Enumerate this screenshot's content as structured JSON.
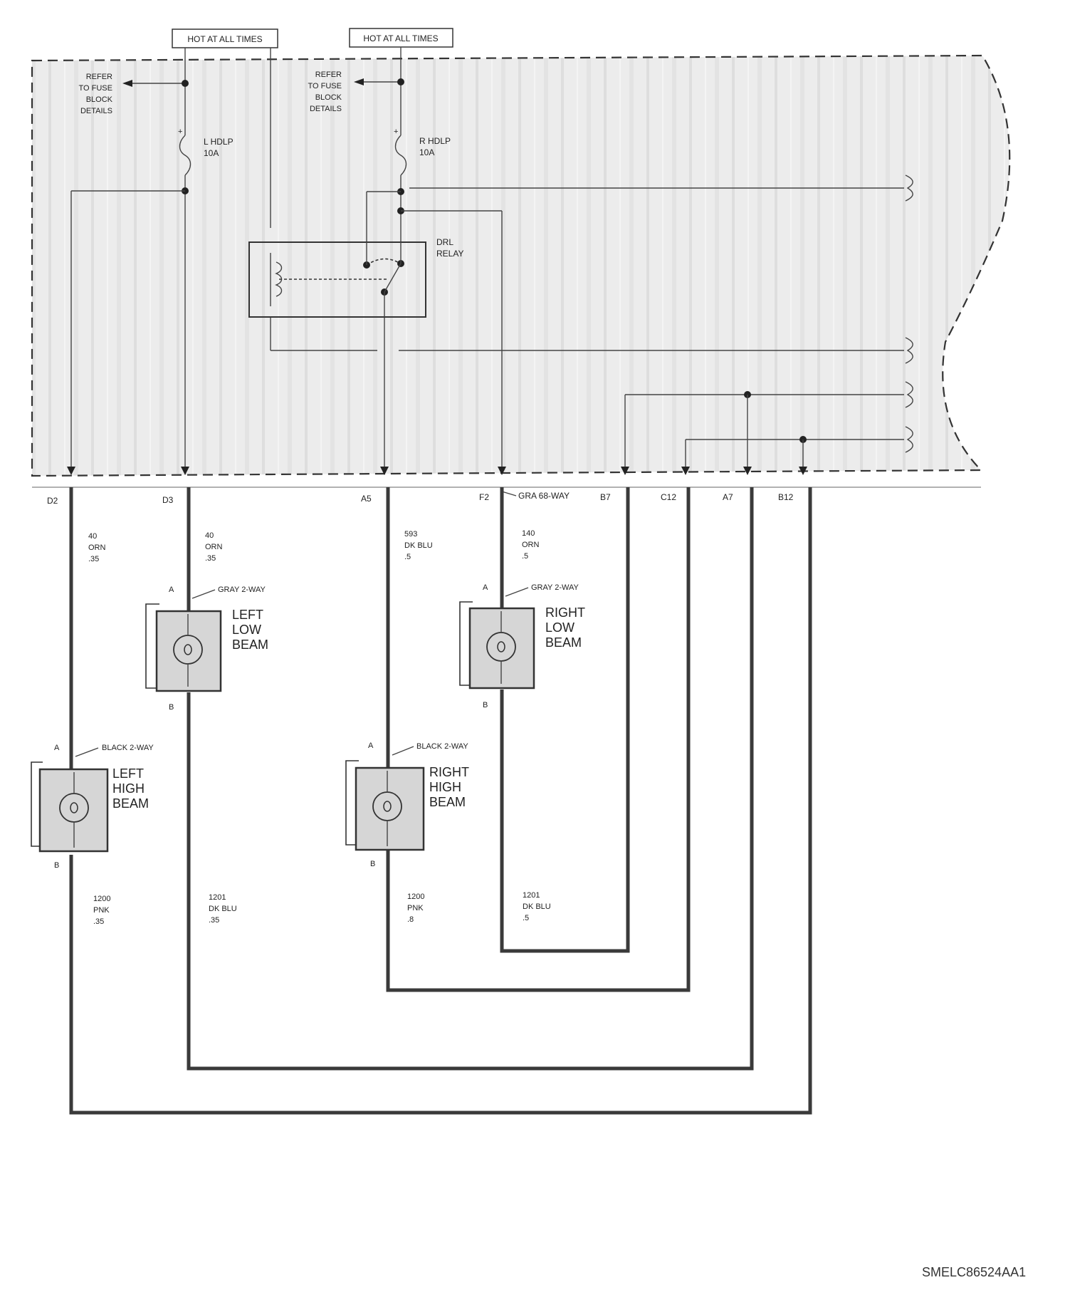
{
  "hot_labels": [
    "HOT AT ALL TIMES",
    "HOT AT ALL TIMES"
  ],
  "refer_labels": [
    [
      "REFER",
      "TO FUSE",
      "BLOCK",
      "DETAILS"
    ],
    [
      "REFER",
      "TO FUSE",
      "BLOCK",
      "DETAILS"
    ]
  ],
  "fuses": [
    {
      "name": "L HDLP",
      "rating": "10A"
    },
    {
      "name": "R HDLP",
      "rating": "10A"
    }
  ],
  "relay": {
    "lines": [
      "DRL",
      "RELAY"
    ]
  },
  "connector_label": "GRA 68-WAY",
  "pins": [
    "D2",
    "D3",
    "A5",
    "F2",
    "B7",
    "C12",
    "A7",
    "B12"
  ],
  "wires_top": [
    {
      "circuit": "40",
      "color": "ORN",
      "gauge": ".35"
    },
    {
      "circuit": "40",
      "color": "ORN",
      "gauge": ".35"
    },
    {
      "circuit": "593",
      "color": "DK BLU",
      "gauge": ".5"
    },
    {
      "circuit": "140",
      "color": "ORN",
      "gauge": ".5"
    }
  ],
  "wires_bottom": [
    {
      "circuit": "1200",
      "color": "PNK",
      "gauge": ".35"
    },
    {
      "circuit": "1201",
      "color": "DK BLU",
      "gauge": ".35"
    },
    {
      "circuit": "1200",
      "color": "PNK",
      "gauge": ".8"
    },
    {
      "circuit": "1201",
      "color": "DK BLU",
      "gauge": ".5"
    }
  ],
  "lamps": [
    {
      "name": [
        "LEFT",
        "LOW",
        "BEAM"
      ],
      "connector": "GRAY 2-WAY",
      "pin_top": "A",
      "pin_bottom": "B"
    },
    {
      "name": [
        "RIGHT",
        "LOW",
        "BEAM"
      ],
      "connector": "GRAY 2-WAY",
      "pin_top": "A",
      "pin_bottom": "B"
    },
    {
      "name": [
        "LEFT",
        "HIGH",
        "BEAM"
      ],
      "connector": "BLACK 2-WAY",
      "pin_top": "A",
      "pin_bottom": "B"
    },
    {
      "name": [
        "RIGHT",
        "HIGH",
        "BEAM"
      ],
      "connector": "BLACK 2-WAY",
      "pin_top": "A",
      "pin_bottom": "B"
    }
  ],
  "diagram_id": "SMELC86524AA1"
}
